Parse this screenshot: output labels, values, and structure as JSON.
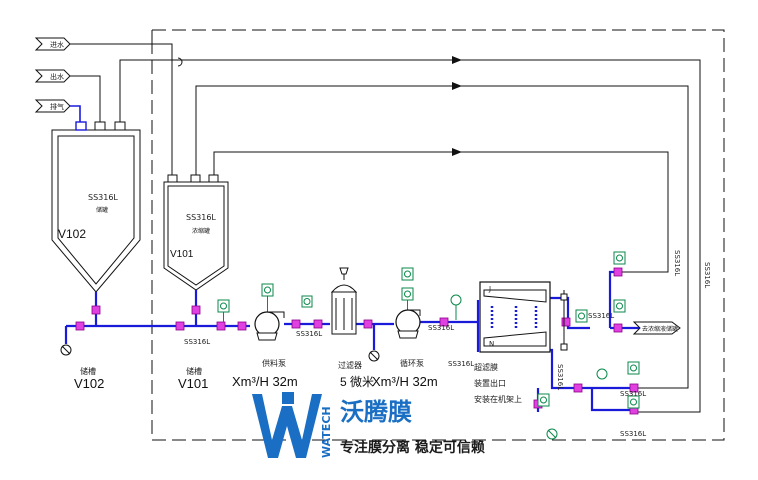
{
  "feed_tags": [
    "进水",
    "出水",
    "排气"
  ],
  "tank_v102": {
    "material": "SS316L",
    "name": "储罐",
    "code": "V102"
  },
  "tank_v101": {
    "material": "SS316L",
    "name": "浓缩罐",
    "code": "V101"
  },
  "pipe_labels": {
    "main": "SS316L",
    "p1": "SS316L",
    "p2": "SS316L",
    "p3": "SS316L",
    "right1": "SS316L",
    "right2": "SS316L",
    "vert1": "SS316L",
    "vert2": "SS316L",
    "vert3": "SS316L",
    "out1": "SS316L",
    "out2": "SS316L"
  },
  "bottom_labels": {
    "v102_name": "储槽",
    "v102_code": "V102",
    "v101_name": "储槽",
    "v101_code": "V101",
    "feed_pump_name": "供料泵",
    "feed_pump_spec": "Xm³/H 32m",
    "filter_name": "过滤器",
    "filter_spec": "5 微米",
    "circ_pump_name": "循环泵",
    "circ_pump_spec": "Xm³/H 32m",
    "membrane_lines": [
      "超滤膜",
      "装置出口",
      "安装在机架上"
    ]
  },
  "membrane": {
    "top_port": "J",
    "bottom_port": "N"
  },
  "outlet_tag": "去浓缩液储罐",
  "brand": {
    "name": "沃腾膜",
    "latin": "WATECH",
    "slogan": "专注膜分离 稳定可信赖"
  },
  "colors": {
    "process_line": "#1a1adb",
    "valve": "#e040e0",
    "gauge": "#0a8a4a",
    "brand_blue": "#1a6fc4"
  }
}
